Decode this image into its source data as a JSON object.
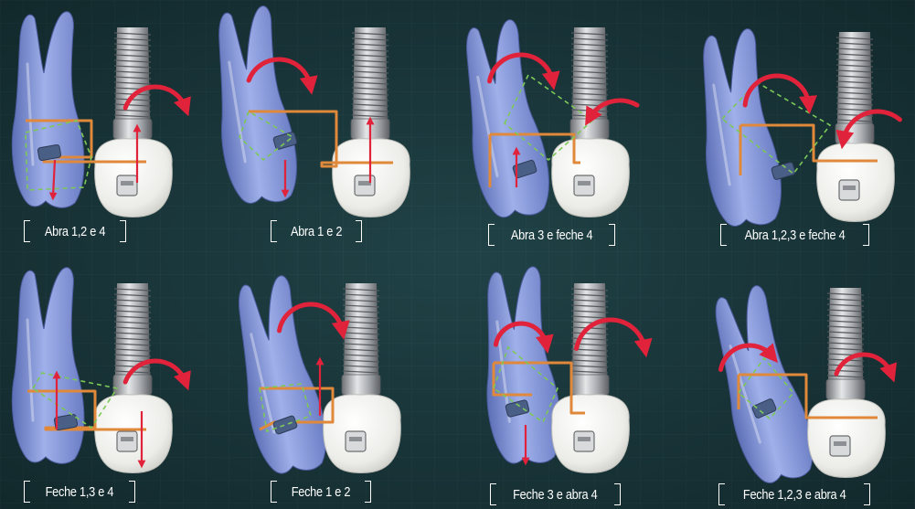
{
  "panels": [
    {
      "caption": "Abra 1,2 e 4"
    },
    {
      "caption": "Abra 1 e 2"
    },
    {
      "caption": "Abra 3 e  feche 4"
    },
    {
      "caption": "Abra 1,2,3 e feche 4"
    },
    {
      "caption": "Feche 1,3 e 4"
    },
    {
      "caption": "Feche 1 e 2"
    },
    {
      "caption": "Feche 3 e abra 4"
    },
    {
      "caption": "Feche 1,2,3 e abra 4"
    }
  ],
  "colors": {
    "background": "#1c3b3f",
    "tooth": "#7f93d6",
    "implant_metal": "#b9bcc0",
    "crown": "#f4f4f2",
    "loop_wire": "#e0893a",
    "guide_dashed": "#7cc957",
    "arrow": "#e0223a",
    "caption_text": "#ffffff"
  }
}
